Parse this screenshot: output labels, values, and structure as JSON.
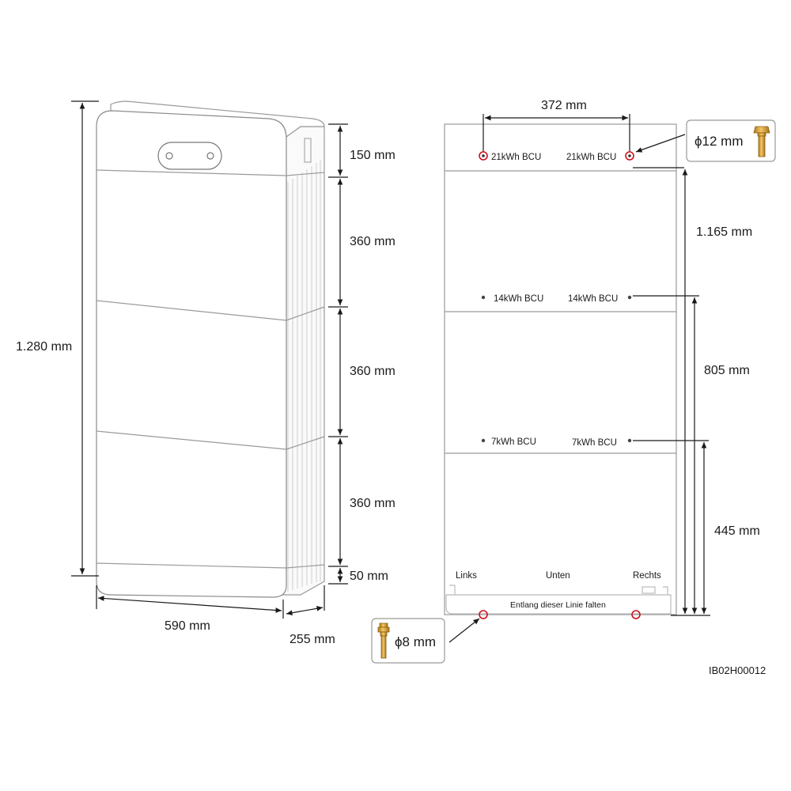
{
  "colors": {
    "line": "#1a1a1a",
    "outline": "#9a9a9a",
    "hole_ring": "#d0101a",
    "bolt": "#d9a43a"
  },
  "battery_view": {
    "height_total": "1.280 mm",
    "top_module": "150 mm",
    "module_1": "360 mm",
    "module_2": "360 mm",
    "module_3": "360 mm",
    "base": "50 mm",
    "width": "590 mm",
    "depth": "255 mm"
  },
  "template_view": {
    "hole_spacing": "372 mm",
    "height_21kwh": "1.165 mm",
    "height_14kwh": "805 mm",
    "height_7kwh": "445 mm",
    "labels": {
      "bcu_21_left": "21kWh BCU",
      "bcu_21_right": "21kWh BCU",
      "bcu_14_left": "14kWh BCU",
      "bcu_14_right": "14kWh BCU",
      "bcu_7_left": "7kWh BCU",
      "bcu_7_right": "7kWh BCU",
      "left": "Links",
      "bottom": "Unten",
      "right": "Rechts",
      "fold_line": "Entlang dieser Linie falten"
    },
    "bolt_top": "ϕ12 mm",
    "bolt_bottom": "ϕ8 mm"
  },
  "figure_code": "IB02H00012"
}
